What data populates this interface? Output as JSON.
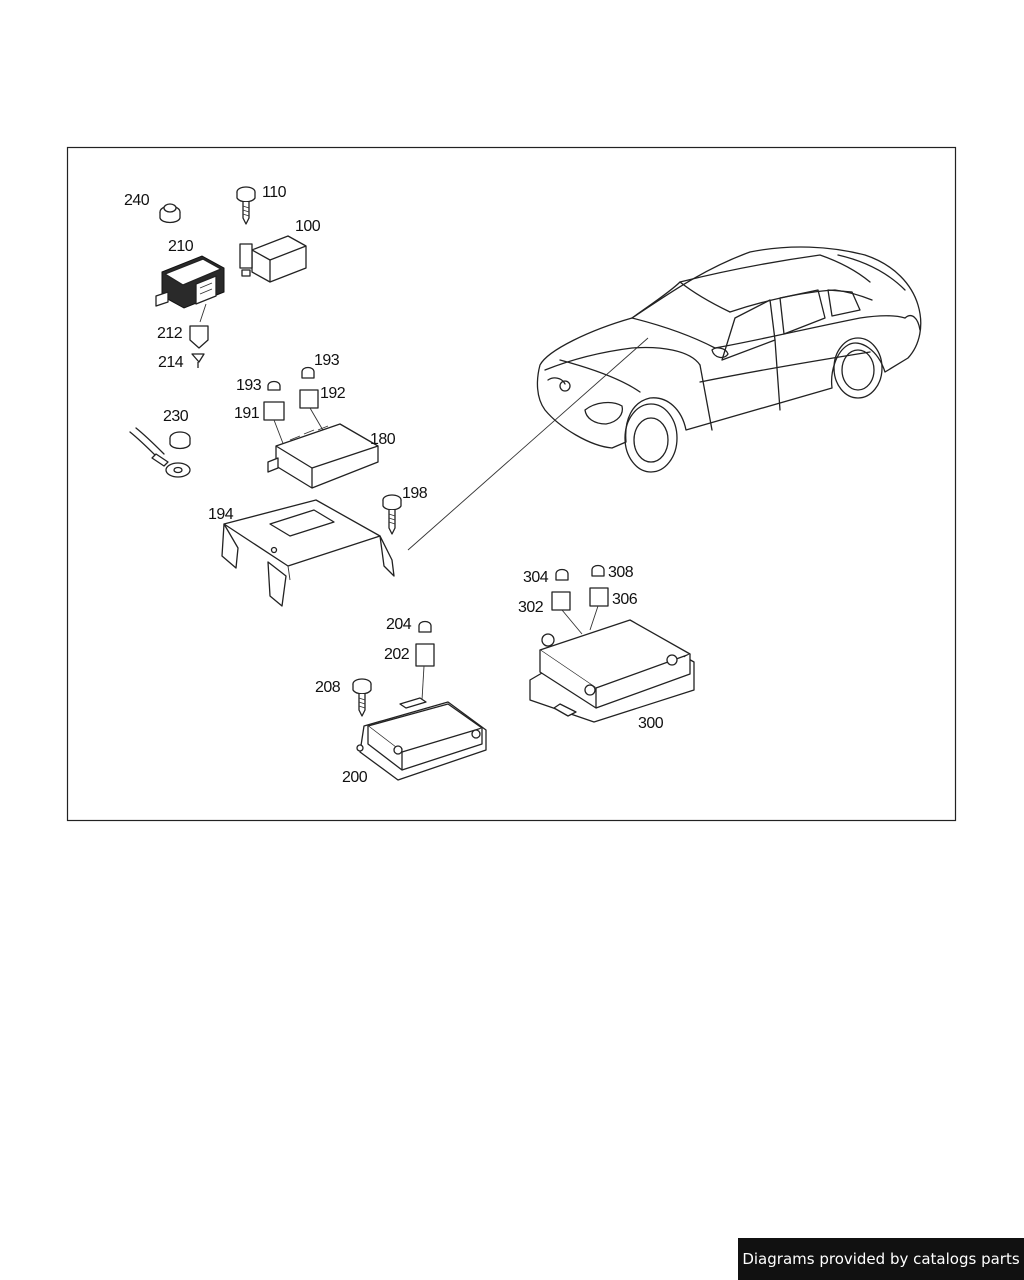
{
  "labels": {
    "l240": "240",
    "l110": "110",
    "l100": "100",
    "l210": "210",
    "l212": "212",
    "l214": "214",
    "l193a": "193",
    "l193b": "193",
    "l192": "192",
    "l191": "191",
    "l230": "230",
    "l180": "180",
    "l198": "198",
    "l194": "194",
    "l304": "304",
    "l308": "308",
    "l302": "302",
    "l306": "306",
    "l204": "204",
    "l202": "202",
    "l208": "208",
    "l300": "300",
    "l200": "200"
  },
  "footer": {
    "text": "Diagrams provided by catalogs parts"
  }
}
